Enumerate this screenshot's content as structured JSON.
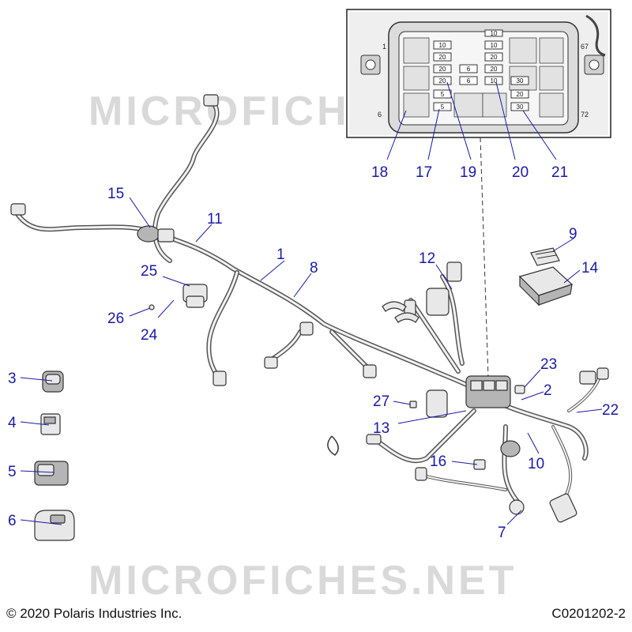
{
  "watermark": "MICROFICHES.NET",
  "footer": {
    "copyright": "© 2020 Polaris Industries Inc.",
    "drawing_number": "C0201202-2"
  },
  "callouts": [
    "1",
    "2",
    "3",
    "4",
    "5",
    "6",
    "7",
    "8",
    "9",
    "10",
    "11",
    "12",
    "13",
    "14",
    "15",
    "16",
    "17",
    "18",
    "19",
    "20",
    "21",
    "22",
    "23",
    "24",
    "25",
    "26",
    "27"
  ],
  "fuse_box": {
    "edge_numbers": [
      "1",
      "67",
      "6",
      "72"
    ],
    "fuse_ratings": [
      "10",
      "20",
      "20",
      "20",
      "6",
      "20",
      "6",
      "5",
      "5",
      "10",
      "20",
      "10",
      "10",
      "30",
      "20",
      "30"
    ]
  }
}
